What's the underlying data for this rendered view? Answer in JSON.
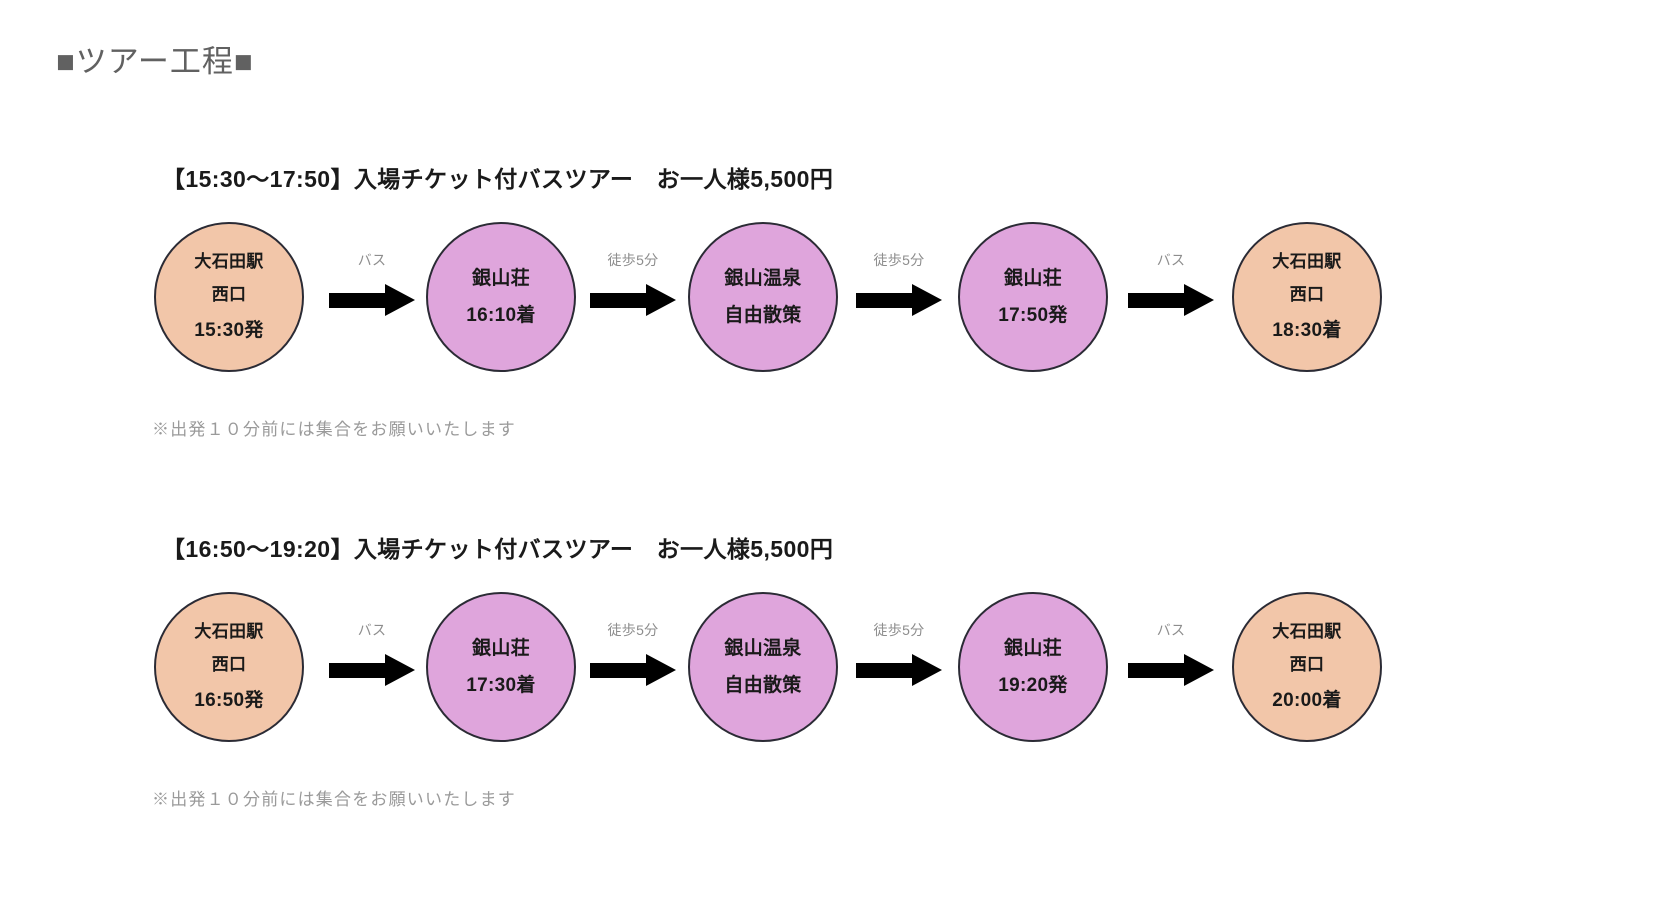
{
  "page": {
    "title": "■ツアー工程■",
    "background_color": "#ffffff",
    "title_color": "#616161"
  },
  "colors": {
    "station_circle": "#f2c6a9",
    "stop_circle": "#dfa5dc",
    "circle_border": "#2b2b35",
    "arrow": "#000000",
    "connector_label": "#8d8d8d",
    "note_text": "#9a9a9a"
  },
  "tours": [
    {
      "heading": "【15:30〜17:50】入場チケット付バスツアー　お一人様5,500円",
      "note": "※出発１０分前には集合をお願いいたします",
      "nodes": [
        {
          "type": "station",
          "line1": "大石田駅",
          "line2": "西口",
          "line3": "15:30発"
        },
        {
          "type": "stop",
          "line1": "銀山荘",
          "line2": "16:10着",
          "line3": ""
        },
        {
          "type": "stop",
          "line1": "銀山温泉",
          "line2": "自由散策",
          "line3": ""
        },
        {
          "type": "stop",
          "line1": "銀山荘",
          "line2": "17:50発",
          "line3": ""
        },
        {
          "type": "station",
          "line1": "大石田駅",
          "line2": "西口",
          "line3": "18:30着"
        }
      ],
      "connectors": [
        {
          "label": "バス"
        },
        {
          "label": "徒歩5分"
        },
        {
          "label": "徒歩5分"
        },
        {
          "label": "バス"
        }
      ]
    },
    {
      "heading": "【16:50〜19:20】入場チケット付バスツアー　お一人様5,500円",
      "note": "※出発１０分前には集合をお願いいたします",
      "nodes": [
        {
          "type": "station",
          "line1": "大石田駅",
          "line2": "西口",
          "line3": "16:50発"
        },
        {
          "type": "stop",
          "line1": "銀山荘",
          "line2": "17:30着",
          "line3": ""
        },
        {
          "type": "stop",
          "line1": "銀山温泉",
          "line2": "自由散策",
          "line3": ""
        },
        {
          "type": "stop",
          "line1": "銀山荘",
          "line2": "19:20発",
          "line3": ""
        },
        {
          "type": "station",
          "line1": "大石田駅",
          "line2": "西口",
          "line3": "20:00着"
        }
      ],
      "connectors": [
        {
          "label": "バス"
        },
        {
          "label": "徒歩5分"
        },
        {
          "label": "徒歩5分"
        },
        {
          "label": "バス"
        }
      ]
    }
  ]
}
